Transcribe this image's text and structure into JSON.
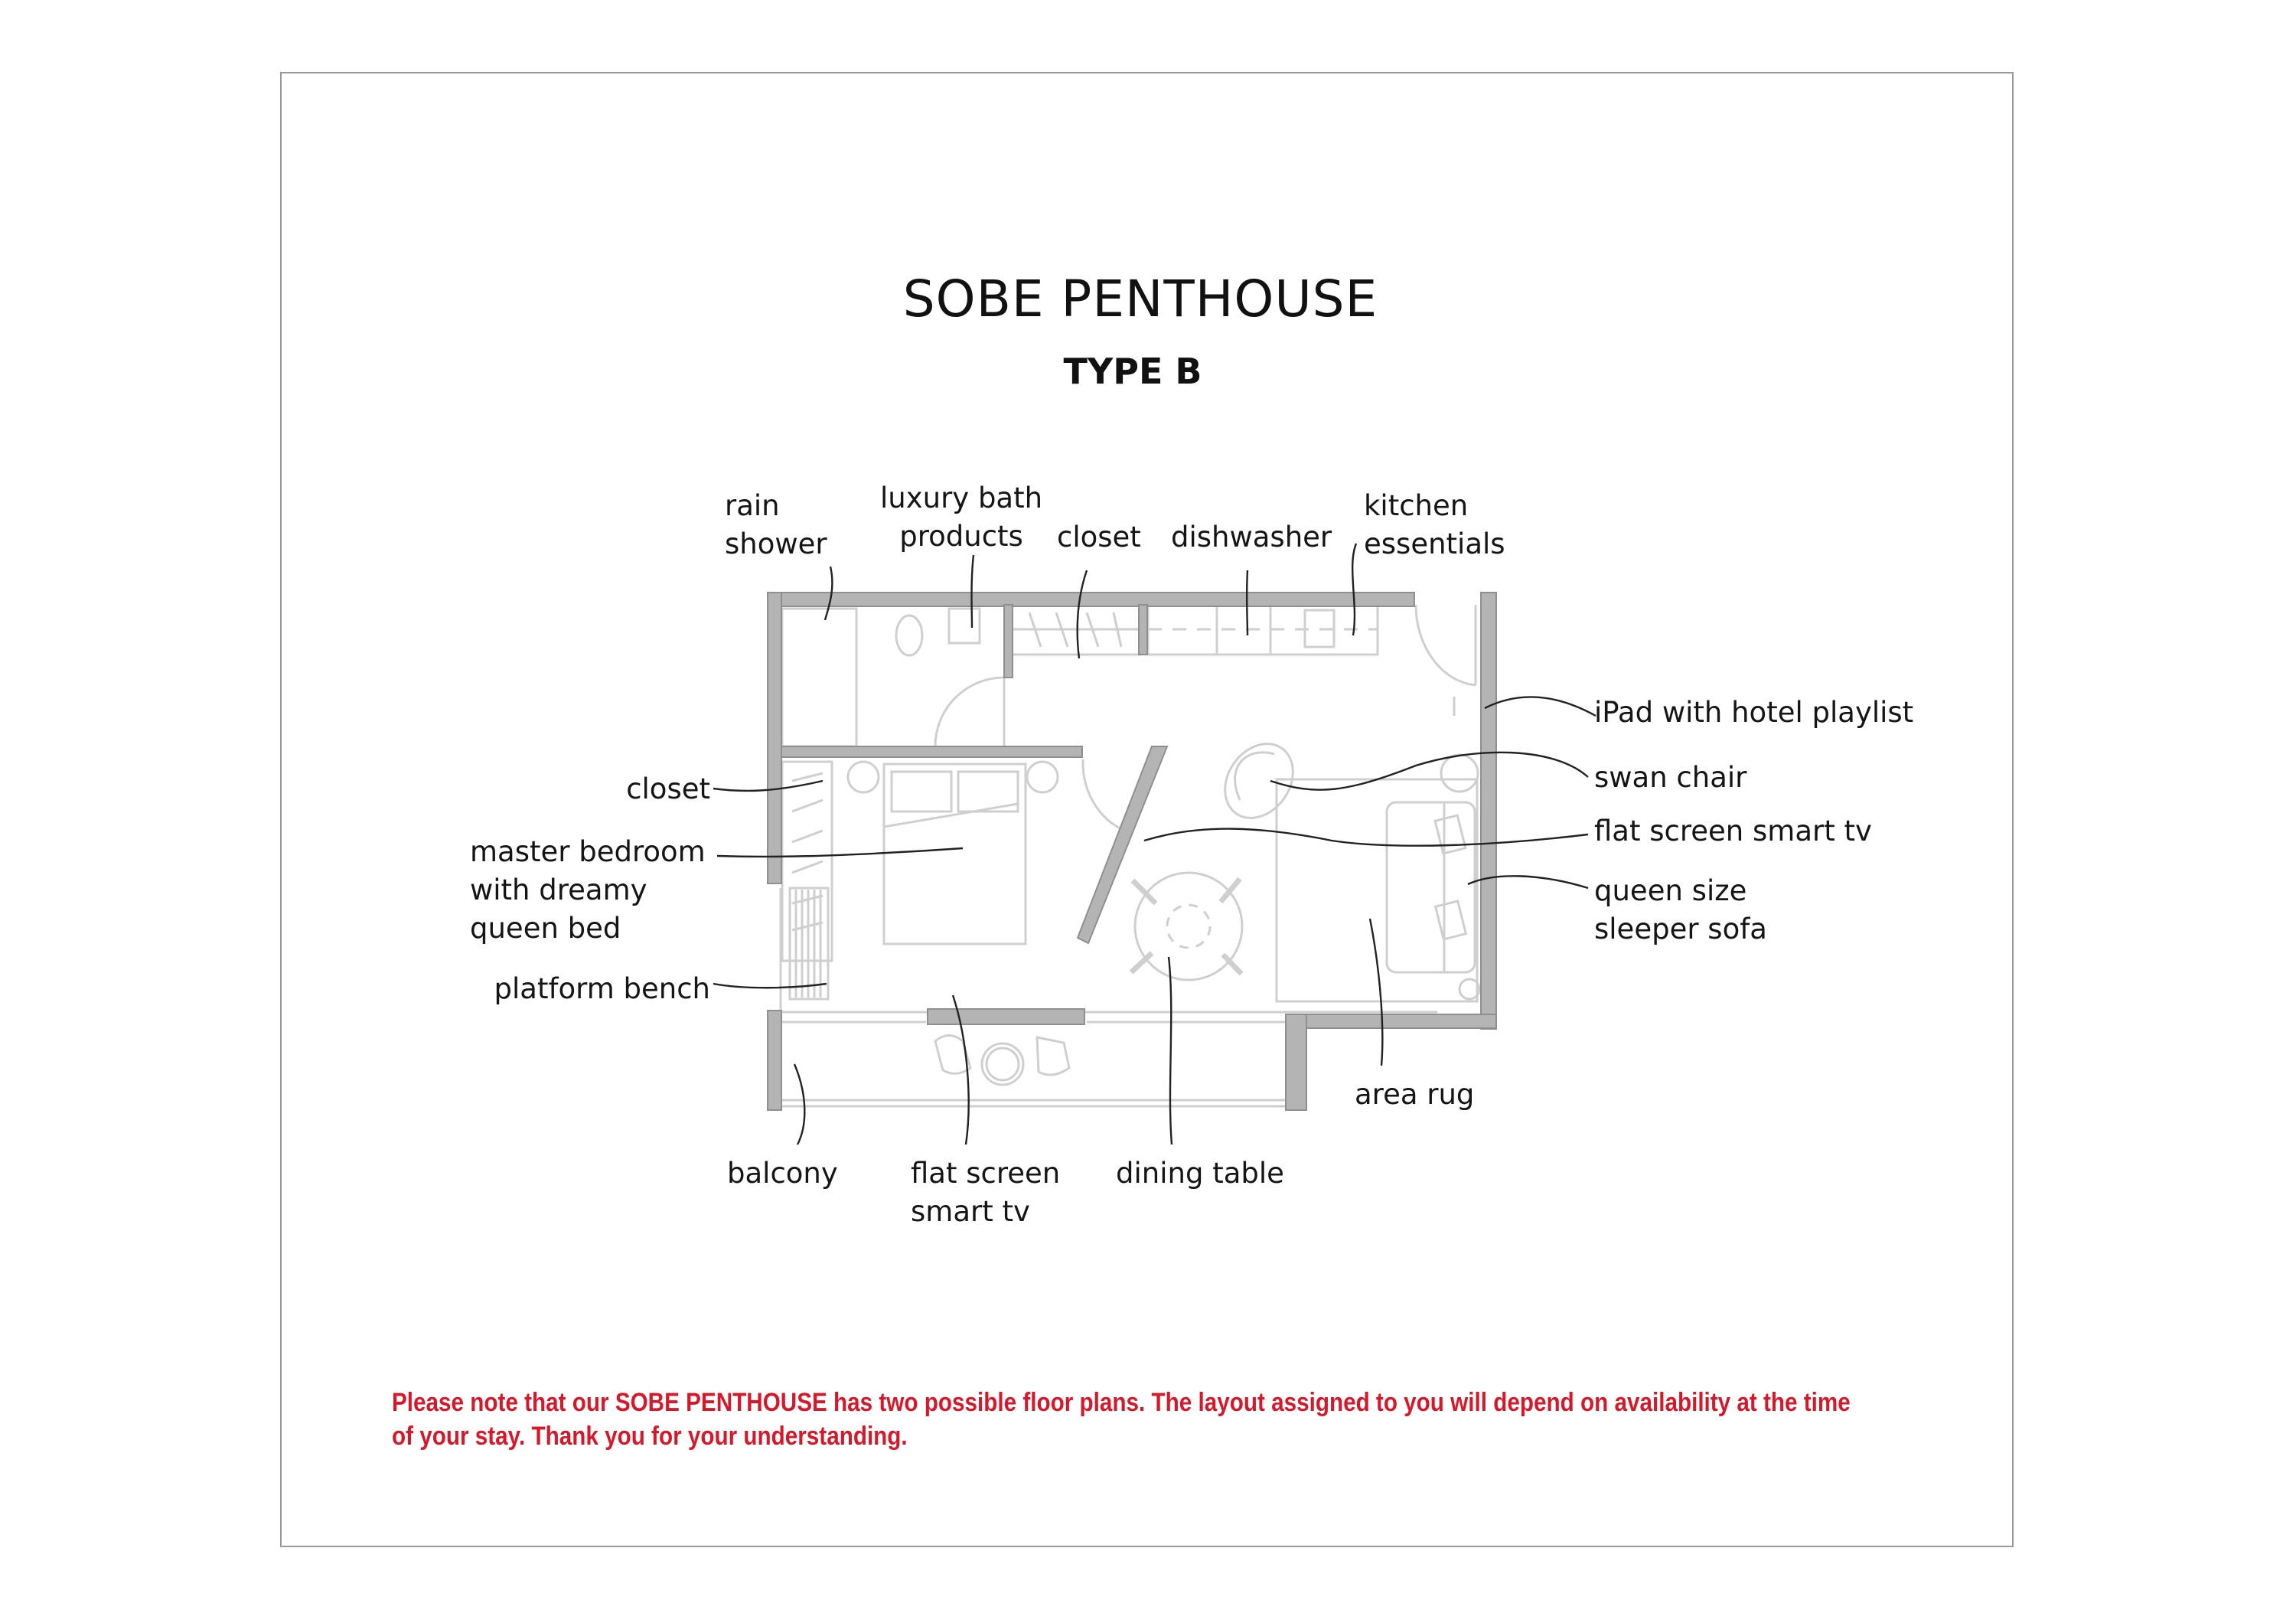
{
  "header": {
    "title": "SOBE PENTHOUSE",
    "subtitle": "TYPE B"
  },
  "floor_plan": {
    "labels": {
      "rain_shower": [
        "rain",
        "shower"
      ],
      "luxury_bath_products": [
        "luxury bath",
        "products"
      ],
      "closet_top": "closet",
      "dishwasher": "dishwasher",
      "kitchen_essentials": [
        "kitchen",
        "essentials"
      ],
      "ipad": "iPad with hotel playlist",
      "swan_chair": "swan chair",
      "flat_screen_right": "flat screen smart tv",
      "sleeper_sofa": [
        "queen size",
        "sleeper sofa"
      ],
      "closet_left": "closet",
      "master_bedroom": [
        "master bedroom",
        "with dreamy",
        "queen bed"
      ],
      "platform_bench": "platform bench",
      "area_rug": "area rug",
      "balcony": "balcony",
      "flat_screen_bottom": [
        "flat screen",
        "smart tv"
      ],
      "dining_table": "dining table"
    },
    "colors": {
      "wall": "#b4b4b4",
      "wall_edge": "#8f8f8f",
      "furniture_line": "#cfcfcf",
      "leader_line": "#222222"
    }
  },
  "footer": {
    "note": "Please note that our SOBE PENTHOUSE has two possible floor plans. The layout assigned to you will depend on availability at the time of your stay. Thank you for your understanding.",
    "note_line1": "Please note that our SOBE PENTHOUSE has two possible floor plans. The layout assigned to you will depend on availability at the time",
    "note_line2": "of your stay. Thank you for your understanding.",
    "note_color": "#d7182a"
  }
}
